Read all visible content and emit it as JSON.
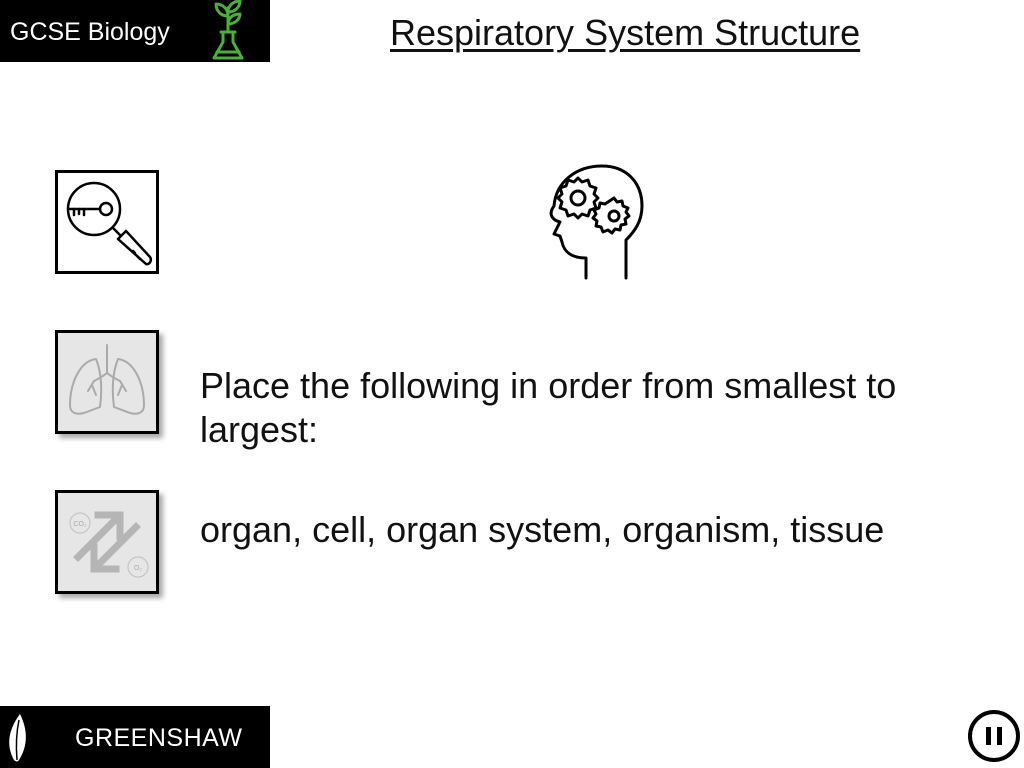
{
  "header": {
    "subject": "GCSE Biology",
    "title": "Respiratory System Structure"
  },
  "task": {
    "prompt": "Place the following in order from smallest to largest:",
    "items": "organ, cell, organ system, organism, tissue"
  },
  "footer": {
    "school": "GREENSHAW"
  },
  "icons": {
    "brand": "plant-flask-icon",
    "key_search": "key-magnifier-icon",
    "brain": "head-gears-icon",
    "lungs": "lungs-icon",
    "gas_exchange": "gas-exchange-arrows-icon",
    "leaf": "leaf-logo-icon",
    "pause": "pause-icon"
  },
  "colors": {
    "brand_bar": "#000000",
    "brand_icon": "#4caf3a",
    "text": "#111111"
  },
  "gas_labels": {
    "co2": "CO₂",
    "o2": "O₂"
  }
}
